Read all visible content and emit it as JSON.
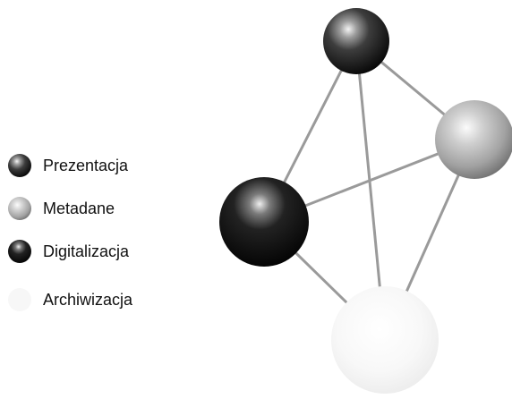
{
  "legend": [
    {
      "label": "Prezentacja",
      "sphere": "dark-sphere-icon"
    },
    {
      "label": "Metadane",
      "sphere": "gray-sphere-icon"
    },
    {
      "label": "Digitalizacja",
      "sphere": "black-sphere-icon"
    },
    {
      "label": "Archiwizacja",
      "sphere": "white-sphere-icon"
    }
  ],
  "colors": {
    "dark": "#2b2b2b",
    "gray": "#9a9a9a",
    "black": "#111111",
    "white": "#f3f3f3",
    "edge": "#9a9a9a"
  }
}
